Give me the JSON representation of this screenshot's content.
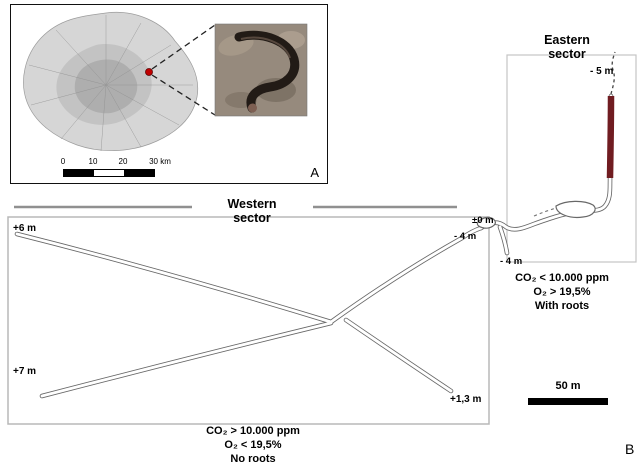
{
  "panel_a": {
    "label": "A",
    "scale_ticks": [
      "0",
      "10",
      "20",
      "30 km"
    ]
  },
  "panel_b": {
    "label": "B",
    "scale_bar_label": "50 m"
  },
  "eastern_sector": {
    "title_line1": "Eastern",
    "title_line2": "sector",
    "depth_top": "- 5 m",
    "co2": "CO₂ < 10.000 ppm",
    "o2": "O₂ > 19,5%",
    "roots": "With roots"
  },
  "western_sector": {
    "title_line1": "Western",
    "title_line2": "sector",
    "elev_plus6": "+6 m",
    "elev_plus7": "+7 m",
    "elev_plus13": "+1,3 m",
    "elev_minus4_a": "- 4 m",
    "elev_zero": "±0 m",
    "elev_minus4_b": "- 4 m",
    "co2": "CO₂ > 10.000 ppm",
    "o2": "O₂ < 19,5%",
    "roots": "No roots"
  },
  "colors": {
    "highlight_passage": "#701c21",
    "location_marker": "#c00000"
  }
}
